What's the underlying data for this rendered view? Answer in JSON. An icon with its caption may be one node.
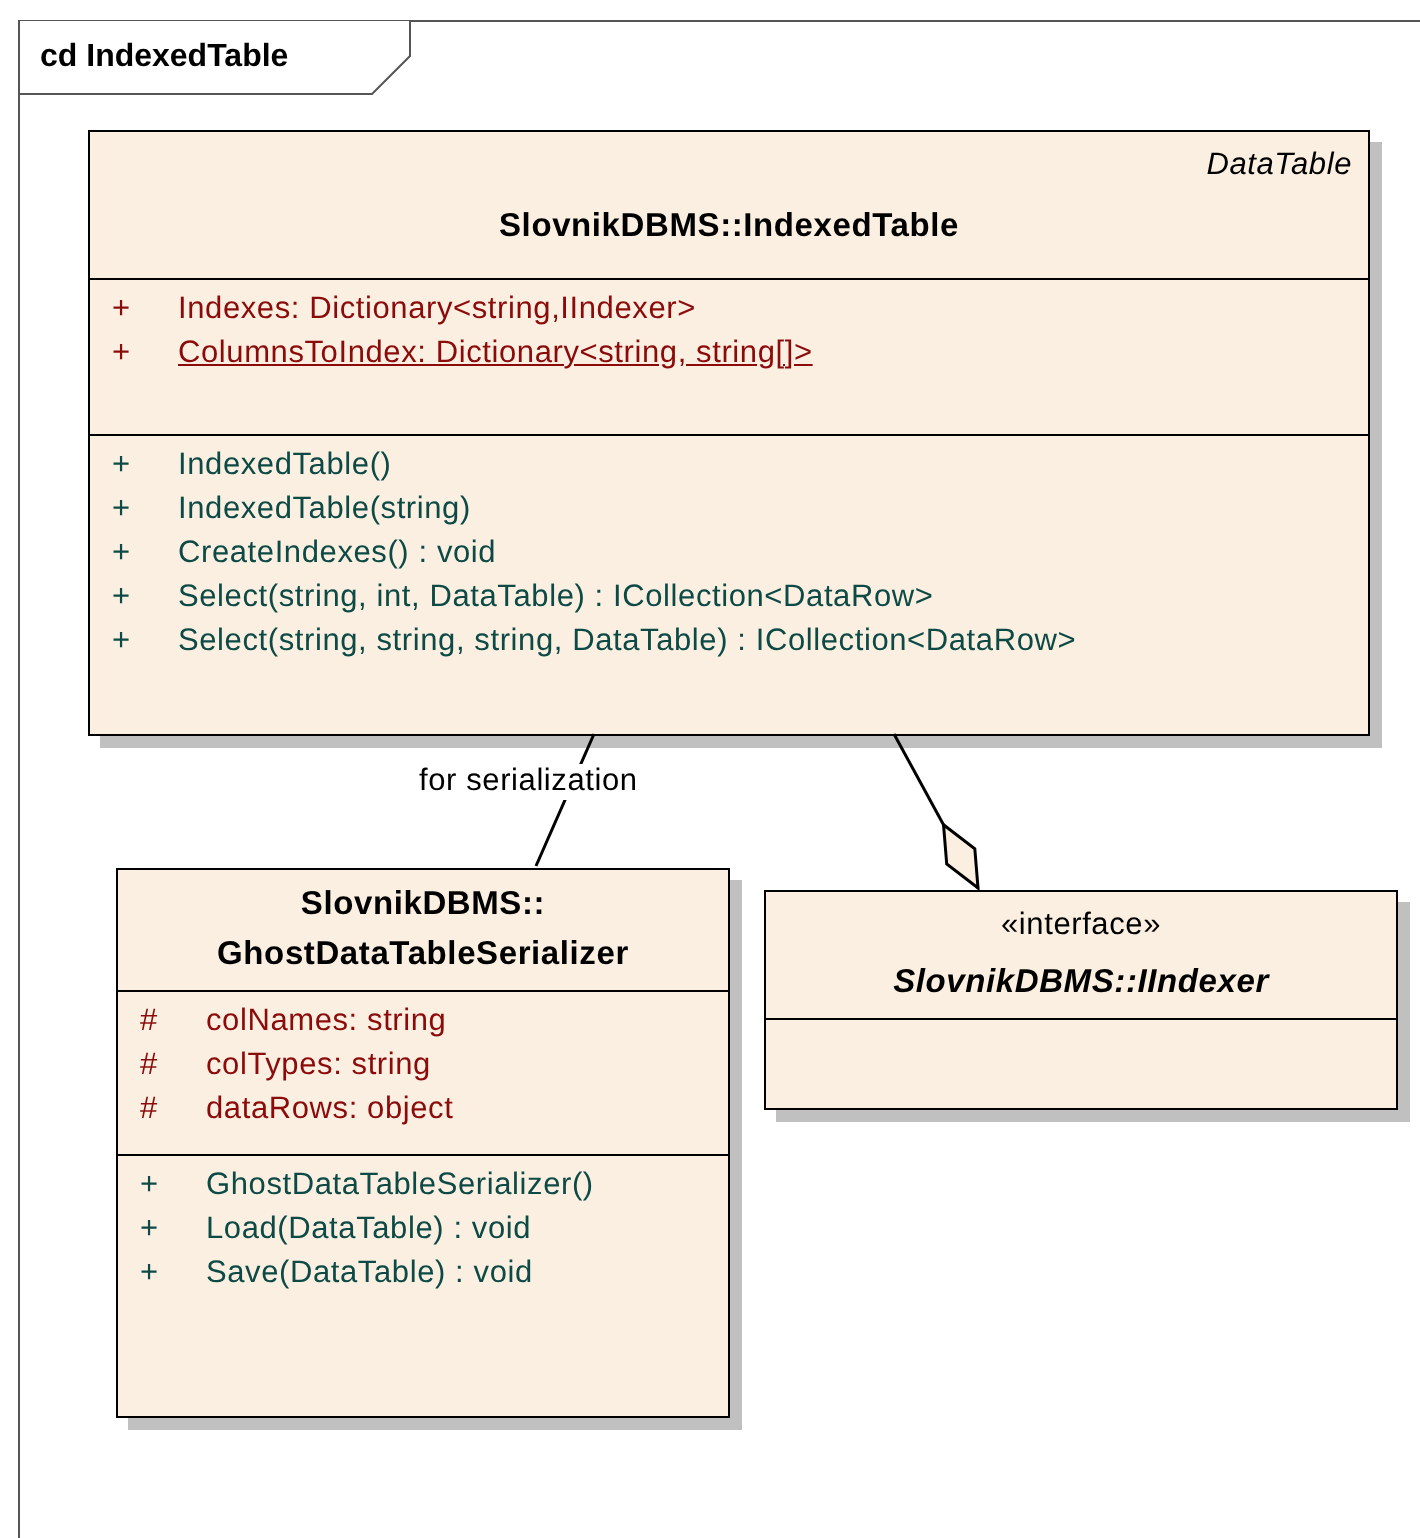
{
  "diagram": {
    "nodes": [
      {
        "text": [
          "cd IndexedTable"
        ]
      },
      {
        "text": [
          "DataTable",
          "SlovnikDBMS::IndexedTable",
          "+",
          "Indexes:  Dictionary<string,IIndexer>",
          "+",
          "ColumnsToIndex:  Dictionary<string, string[]>",
          "+",
          "IndexedTable()",
          "+",
          "IndexedTable(string)",
          "+",
          "CreateIndexes() : void",
          "+",
          "Select(string, int, DataTable) : ICollection<DataRow>",
          "+",
          "Select(string, string, string, DataTable) : ICollection<DataRow>"
        ],
        "in": 0
      },
      {
        "text": [
          "SlovnikDBMS:: GhostDataTableSerializer",
          "#",
          "colNames:  string",
          "#",
          "colTypes:  string",
          "#",
          "dataRows:  object",
          "+",
          "GhostDataTableSerializer()",
          "+",
          "Load(DataTable) : void",
          "+",
          "Save(DataTable) : void"
        ],
        "in": 0
      },
      {
        "text": [
          "«interface»",
          "SlovnikDBMS::IIndexer"
        ],
        "in": 0
      }
    ],
    "edges": [
      {
        "from": 1,
        "to": 2,
        "arrow": "none",
        "label": "for serialization"
      },
      {
        "from": 1,
        "to": 3,
        "arrow": "other"
      }
    ]
  }
}
